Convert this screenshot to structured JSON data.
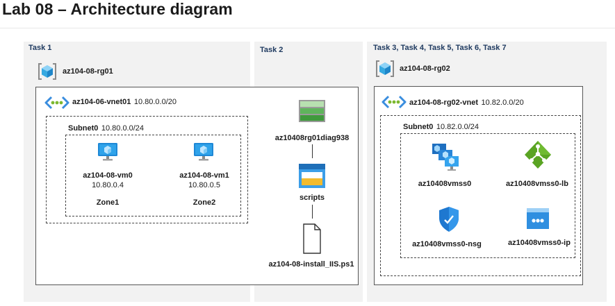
{
  "title": "Lab 08 – Architecture diagram",
  "task1": {
    "label": "Task 1",
    "rg": "az104-08-rg01",
    "vnet_name": "az104-06-vnet01",
    "vnet_cidr": "10.80.0.0/20",
    "subnet_name": "Subnet0",
    "subnet_cidr": "10.80.0.0/24",
    "vms": [
      {
        "name": "az104-08-vm0",
        "ip": "10.80.0.4",
        "zone": "Zone1"
      },
      {
        "name": "az104-08-vm1",
        "ip": "10.80.0.5",
        "zone": "Zone2"
      }
    ]
  },
  "task2": {
    "label": "Task 2",
    "storage": "az10408rg01diag938",
    "container": "scripts",
    "file": "az104-08-install_IIS.ps1"
  },
  "task3": {
    "label": "Task 3, Task 4, Task 5, Task 6, Task 7",
    "rg": "az104-08-rg02",
    "vnet_name": "az104-08-rg02-vnet",
    "vnet_cidr": "10.82.0.0/20",
    "subnet_name": "Subnet0",
    "subnet_cidr": "10.82.0.0/24",
    "resources": {
      "vmss": "az10408vmss0",
      "lb": "az10408vmss0-lb",
      "nsg": "az10408vmss0-nsg",
      "ip": "az10408vmss0-ip"
    }
  },
  "icons": [
    "resource-group-icon",
    "vnet-icon",
    "vm-icon",
    "storage-account-icon",
    "blob-container-icon",
    "file-icon",
    "vmss-icon",
    "load-balancer-icon",
    "nsg-icon",
    "public-ip-icon"
  ],
  "colors": {
    "accent": "#0078d4",
    "panel": "#f2f2f2",
    "label": "#1f3a60"
  }
}
